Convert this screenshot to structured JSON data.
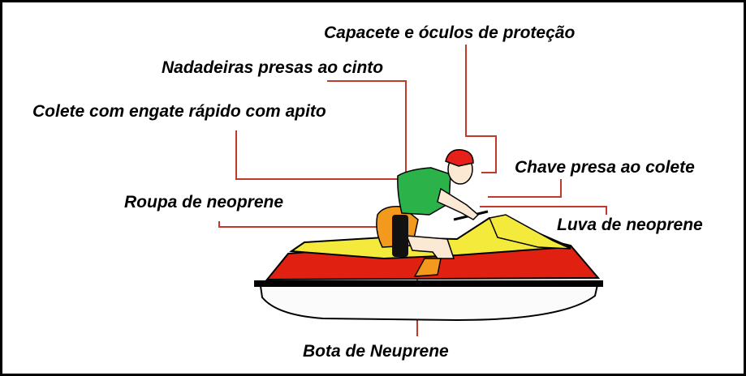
{
  "labels": {
    "helmet": "Capacete e óculos de proteção",
    "fins": "Nadadeiras presas ao cinto",
    "vest": "Colete com engate rápido com apito",
    "key": "Chave presa ao colete",
    "wetsuit": "Roupa de neoprene",
    "glove": "Luva de neoprene",
    "boot": "Bota de Neuprene"
  },
  "colors": {
    "leader_line": "#c0392b",
    "hull_red": "#e02010",
    "hull_yellow": "#f4ea3c",
    "hull_white": "#fbfbfb",
    "rider_skin": "#fbe9d4",
    "vest_green": "#2bb34a",
    "helmet_red": "#e8201a",
    "wetsuit_orange": "#f39a1e"
  }
}
